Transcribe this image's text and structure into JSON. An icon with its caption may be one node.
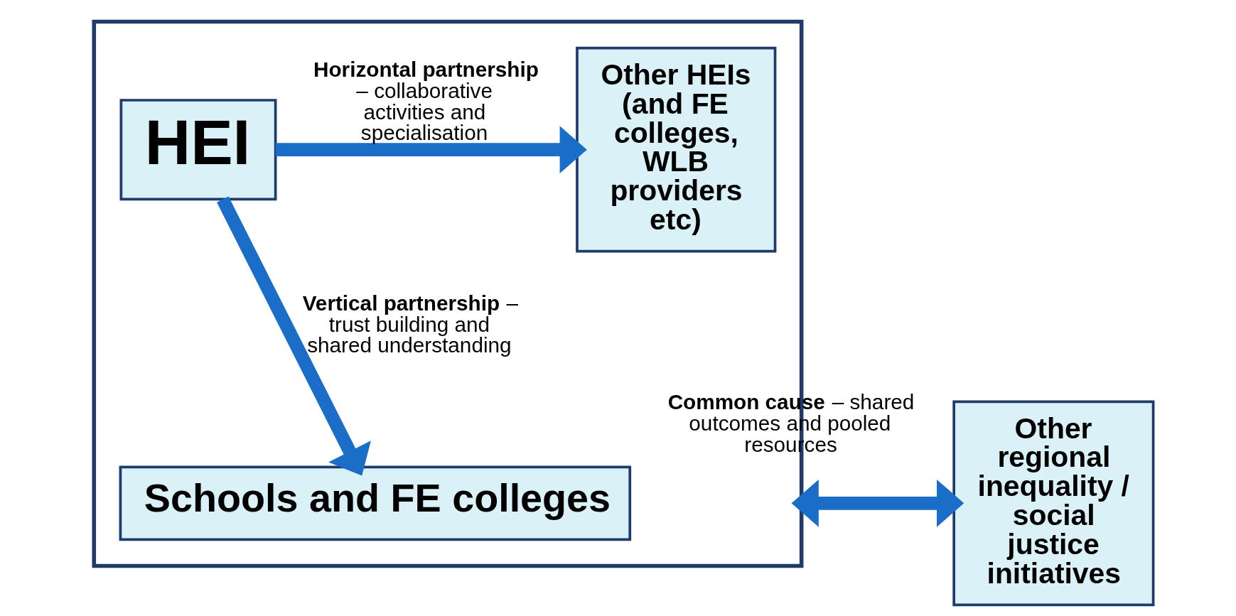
{
  "diagram": {
    "nodes": [
      {
        "text": [],
        "shape": "box"
      },
      {
        "text": [
          "HEI"
        ],
        "in": 0
      },
      {
        "text": [
          "Other HEIs (and FE colleges, WLB providers etc)"
        ],
        "in": 0
      },
      {
        "text": [
          "Schools and FE colleges"
        ],
        "in": 0
      },
      {
        "text": [
          "Other regional inequality / social justice initiatives"
        ]
      }
    ],
    "edges": [
      {
        "from": 1,
        "to": 2,
        "arrow": "to",
        "label": "**Horizontal partnership** – collaborative activities and specialisation"
      },
      {
        "from": 1,
        "to": 3,
        "arrow": "to",
        "label": "**Vertical partnership** – trust building and shared understanding"
      },
      {
        "from": 0,
        "to": 4,
        "arrow": "both",
        "label": "**Common cause** – shared outcomes and pooled resources"
      }
    ]
  }
}
